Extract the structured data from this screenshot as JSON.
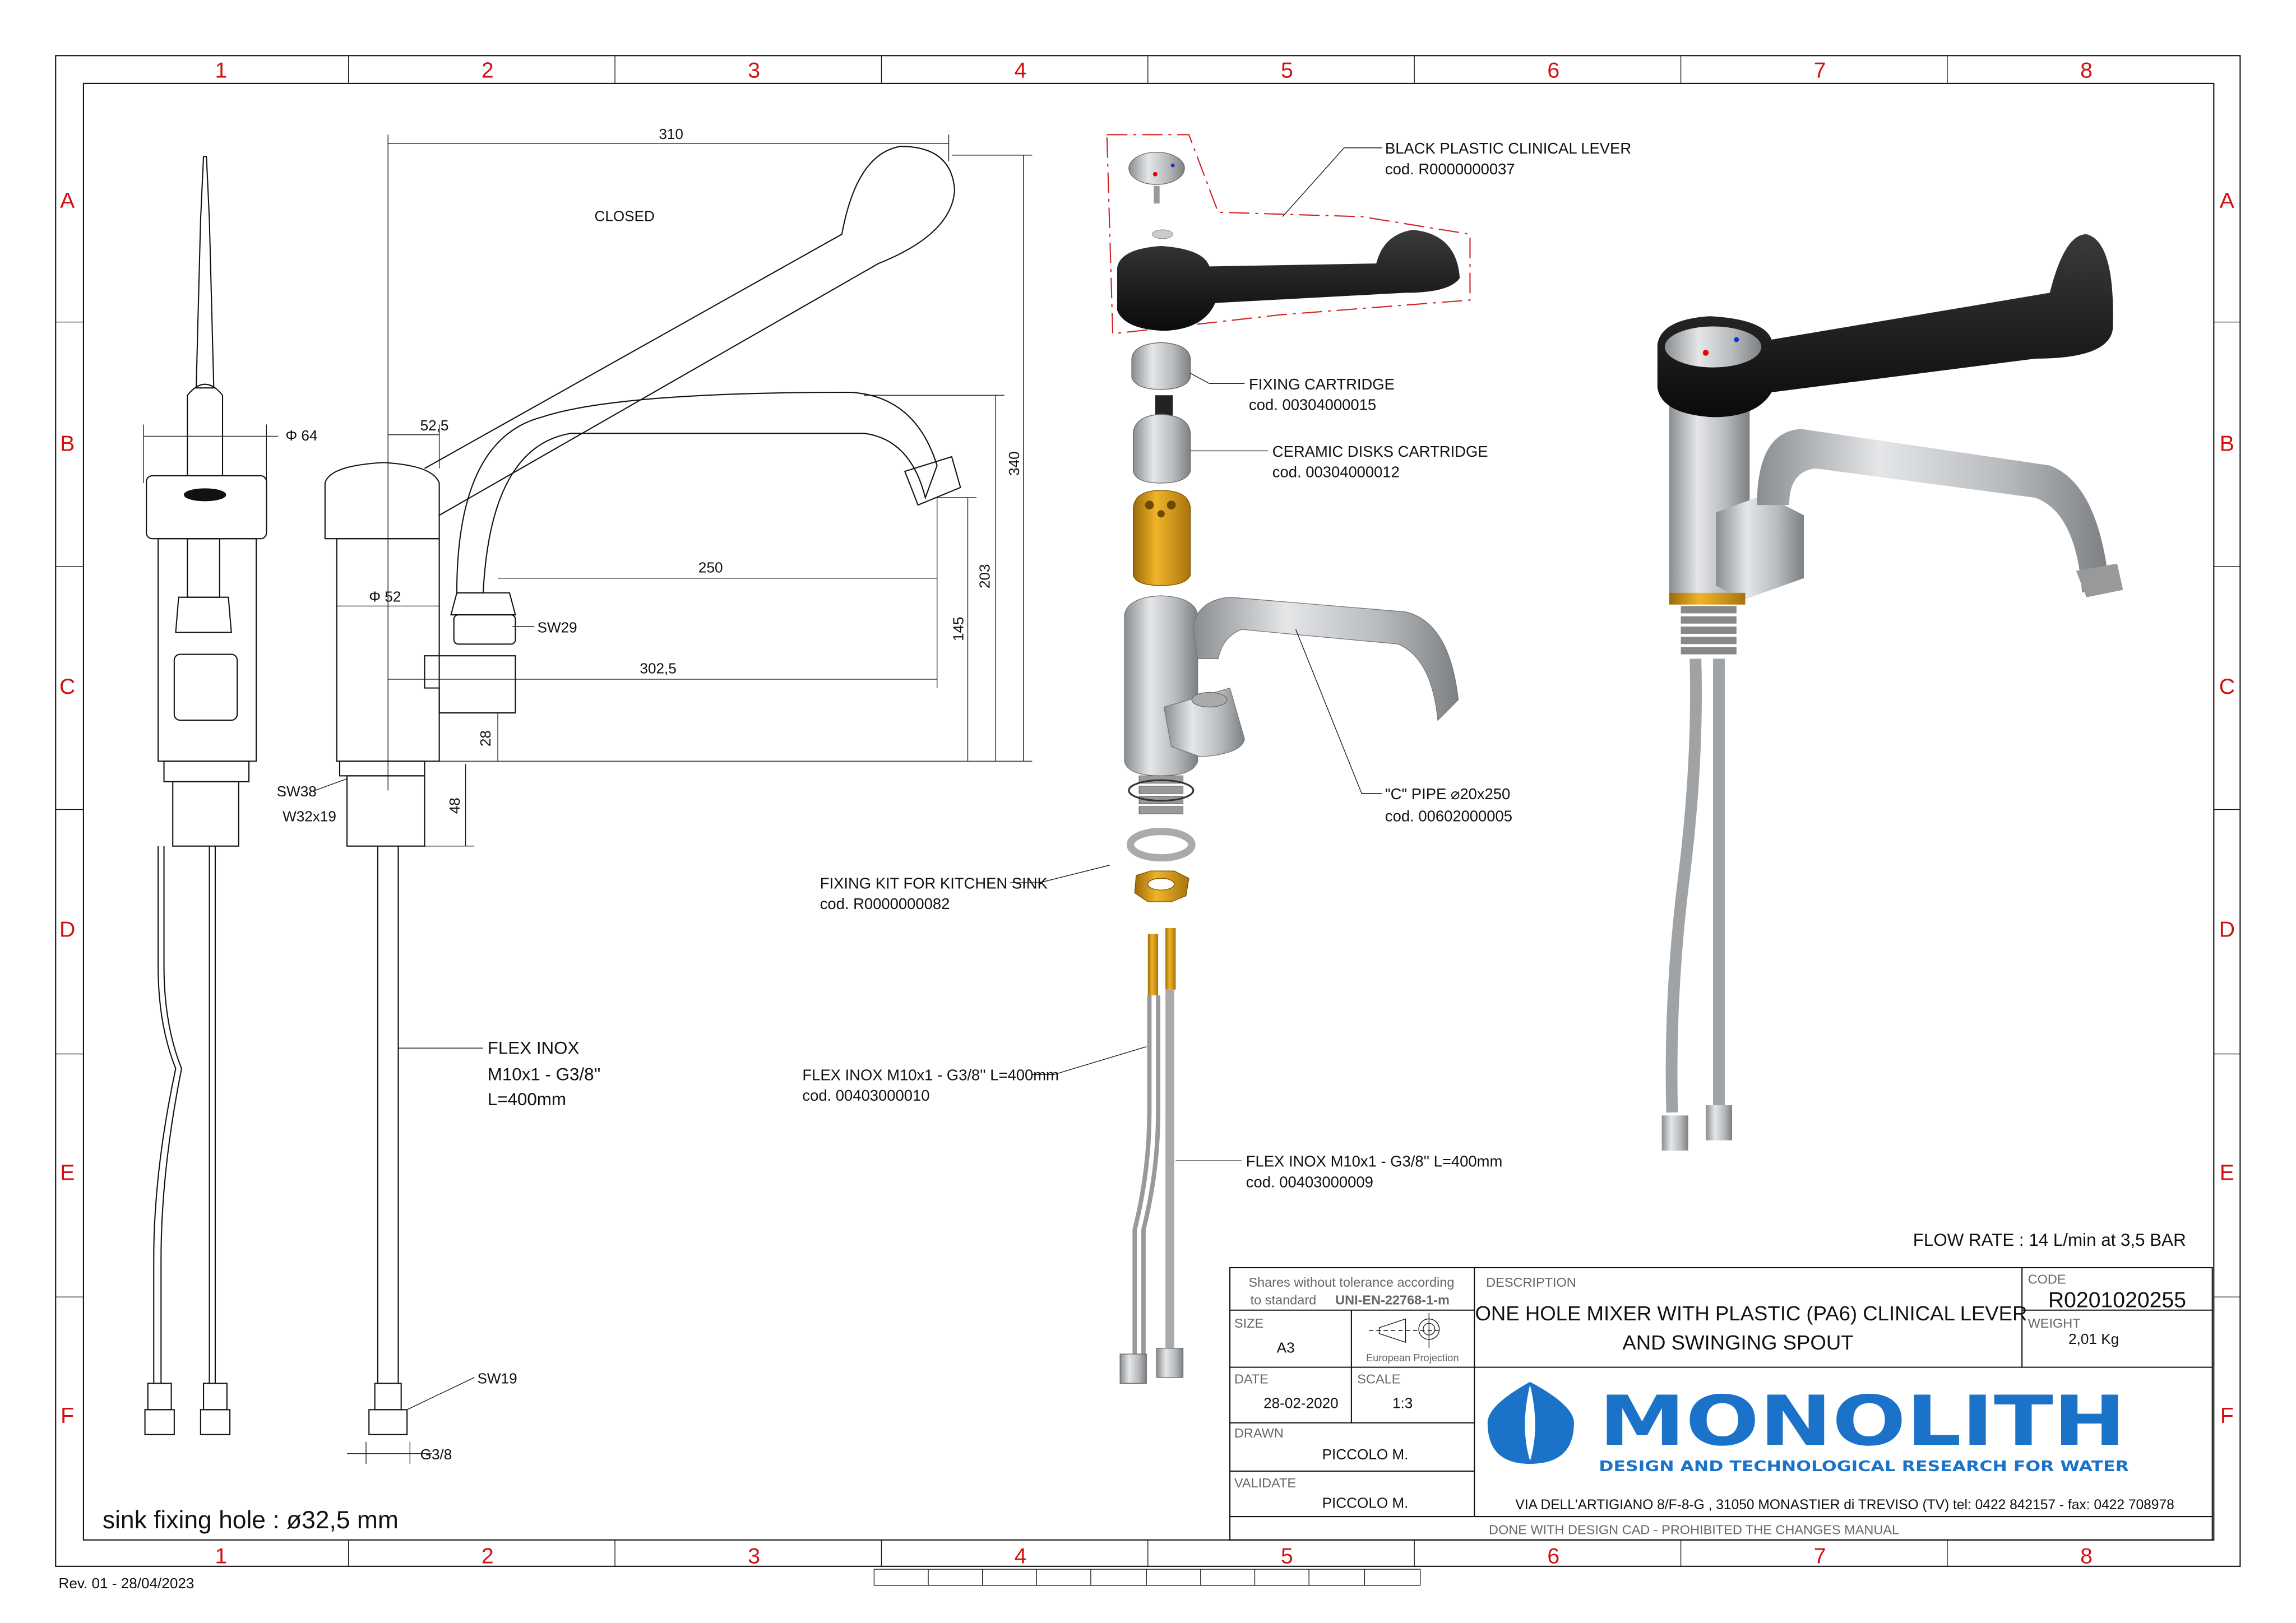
{
  "grid": {
    "columns": [
      "1",
      "2",
      "3",
      "4",
      "5",
      "6",
      "7",
      "8"
    ],
    "rows": [
      "A",
      "B",
      "C",
      "D",
      "E",
      "F"
    ]
  },
  "side_view": {
    "state_label": "CLOSED",
    "dimensions": {
      "overall_length": "310",
      "lever_offset": "52,5",
      "head_diameter": "Φ 64",
      "body_diameter": "Φ 52",
      "spout_reach": "250",
      "base_reach": "302,5",
      "total_height": "340",
      "spout_height": "203",
      "outlet_height": "145",
      "base_height": "28",
      "thread_length": "48",
      "spout_nut": "SW29",
      "body_nut": "SW38",
      "thread": "W32x19",
      "hose_nut": "SW19",
      "hose_thread": "G3/8"
    },
    "flex_label": [
      "FLEX INOX",
      "M10x1 - G3/8''",
      "L=400mm"
    ],
    "sink_hole_note": "sink fixing hole : ø32,5 mm"
  },
  "exploded_parts": [
    {
      "name": "BLACK PLASTIC CLINICAL LEVER",
      "code": "cod. R0000000037"
    },
    {
      "name": "FIXING CARTRIDGE",
      "code": "cod. 00304000015"
    },
    {
      "name": "CERAMIC DISKS CARTRIDGE",
      "code": "cod. 00304000012"
    },
    {
      "name": "\"C\" PIPE ⌀20x250",
      "code": "cod. 00602000005"
    },
    {
      "name": "FIXING KIT FOR KITCHEN SINK",
      "code": "cod. R0000000082"
    },
    {
      "name": "FLEX INOX M10x1 - G3/8'' L=400mm",
      "code": "cod. 00403000010"
    },
    {
      "name": "FLEX INOX M10x1 - G3/8'' L=400mm",
      "code": "cod. 00403000009"
    }
  ],
  "flow_rate": "FLOW RATE : 14 L/min at 3,5 BAR",
  "title_block": {
    "tolerance_line1": "Shares without tolerance according",
    "tolerance_line2_prefix": "to standard",
    "tolerance_standard": "UNI-EN-22768-1-m",
    "description_label": "DESCRIPTION",
    "description_line1": "ONE HOLE MIXER WITH PLASTIC (PA6) CLINICAL LEVER",
    "description_line2": "AND SWINGING SPOUT",
    "code_label": "CODE",
    "code": "R0201020255",
    "size_label": "SIZE",
    "size": "A3",
    "projection": "European Projection",
    "weight_label": "WEIGHT",
    "weight": "2,01 Kg",
    "date_label": "DATE",
    "date": "28-02-2020",
    "scale_label": "SCALE",
    "scale": "1:3",
    "drawn_label": "DRAWN",
    "drawn": "PICCOLO M.",
    "validate_label": "VALIDATE",
    "validate": "PICCOLO M.",
    "company": "MONOLITH",
    "tagline": "DESIGN AND TECHNOLOGICAL RESEARCH FOR WATER",
    "address": "VIA DELL'ARTIGIANO 8/F-8-G , 31050 MONASTIER di TREVISO (TV) tel: 0422 842157 - fax: 0422 708978",
    "footer": "DONE WITH DESIGN CAD - PROHIBITED THE CHANGES MANUAL",
    "brand_color": "#1a73c8"
  },
  "revision": "Rev. 01 - 28/04/2023"
}
